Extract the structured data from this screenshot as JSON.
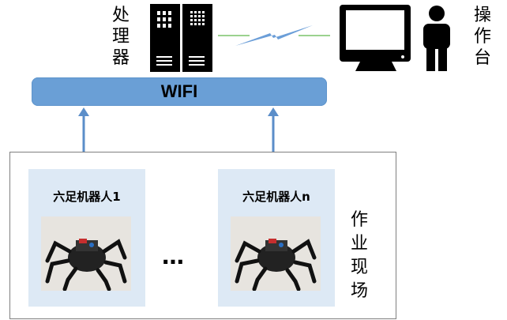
{
  "processor_label": [
    "处",
    "理",
    "器"
  ],
  "console_label": [
    "操",
    "作",
    "台"
  ],
  "wifi_label": "WIFI",
  "site_label": [
    "作",
    "业",
    "现",
    "场"
  ],
  "robots": [
    {
      "label": "六足机器人1"
    },
    {
      "label": "六足机器人n"
    }
  ],
  "ellipsis": "…",
  "colors": {
    "wifi": "#6a9fd6",
    "card": "#dde9f5",
    "arrow": "#5b8ec9",
    "link": "#9bd28f",
    "signal": "#6b9ed8"
  }
}
